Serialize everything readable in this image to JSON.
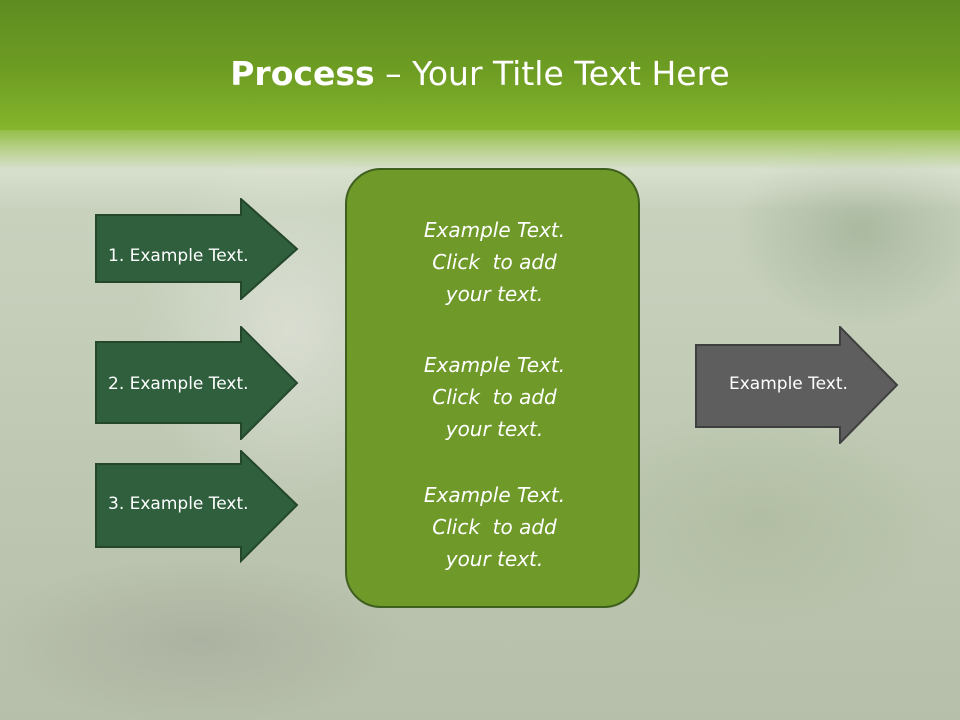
{
  "slide": {
    "title_bold": "Process",
    "title_rest": " – Your Title Text Here",
    "left_items": [
      {
        "label": "1. Example Text."
      },
      {
        "label": "2. Example Text."
      },
      {
        "label": "3. Example Text."
      }
    ],
    "center_blocks": [
      {
        "lines": [
          "Example Text.",
          "Click  to add",
          "your text."
        ]
      },
      {
        "lines": [
          "Example Text.",
          "Click  to add",
          "your text."
        ]
      },
      {
        "lines": [
          "Example Text.",
          "Click  to add",
          "your text."
        ]
      }
    ],
    "right_item": {
      "label": "Example Text."
    }
  },
  "colors": {
    "title_band": "#6e9d23",
    "left_arrow_fill": "#2f5f3c",
    "panel_fill": "#6f9a2a",
    "right_arrow_fill": "#5e5e5e",
    "text": "#ffffff"
  }
}
